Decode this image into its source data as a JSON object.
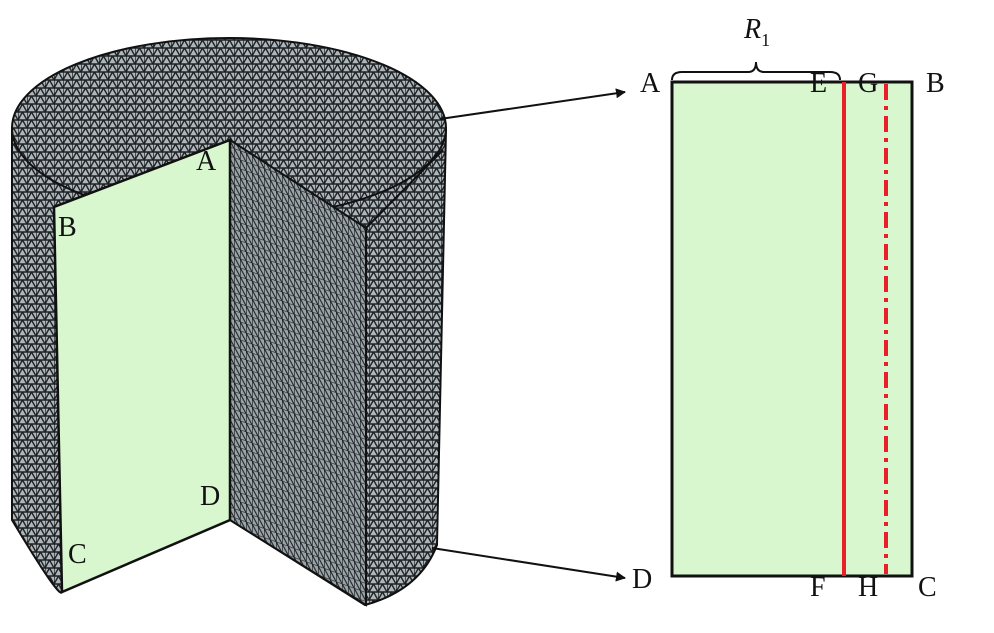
{
  "colors": {
    "section_fill": "#d9f7cf",
    "mesh_dark": "#1e2224",
    "mesh_light": "#aeb6bb",
    "red_line": "#e8202a",
    "outline": "#111111"
  },
  "cylinder_labels": {
    "A": "A",
    "B": "B",
    "C": "C",
    "D": "D"
  },
  "section_labels": {
    "A": "A",
    "E": "E",
    "G": "G",
    "B": "B",
    "D": "D",
    "F": "F",
    "H": "H",
    "C": "C"
  },
  "dimension": {
    "symbol": "R",
    "subscript": "1"
  },
  "icons": {
    "arrow_top": "arrow-right",
    "arrow_bottom": "arrow-right"
  }
}
